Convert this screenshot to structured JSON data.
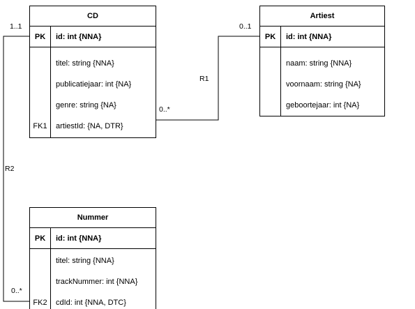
{
  "entities": {
    "cd": {
      "title": "CD",
      "pk_label": "PK",
      "pk_field": "id: int {NNA}",
      "attributes": [
        "titel: string {NNA}",
        "publicatiejaar: int  {NA}",
        "genre: string {NA}",
        "artiestId: {NA, DTR}"
      ],
      "fk_label": "FK1"
    },
    "artiest": {
      "title": "Artiest",
      "pk_label": "PK",
      "pk_field": "id: int {NNA}",
      "attributes": [
        "naam: string {NNA}",
        "voornaam: string {NA}",
        "geboortejaar: int {NA}"
      ]
    },
    "nummer": {
      "title": "Nummer",
      "pk_label": "PK",
      "pk_field": "id: int {NNA}",
      "attributes": [
        "titel: string {NNA}",
        "trackNummer: int {NNA}",
        "cdId: int {NNA, DTC}"
      ],
      "fk_label": "FK2"
    }
  },
  "relations": {
    "r1": {
      "label": "R1",
      "mult_cd": "0..*",
      "mult_artiest": "0..1"
    },
    "r2": {
      "label": "R2",
      "mult_cd": "1..1",
      "mult_nummer": "0..*"
    }
  }
}
